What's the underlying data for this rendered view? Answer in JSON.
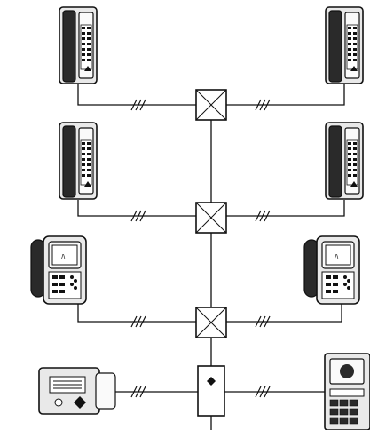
{
  "diagram": {
    "description_free": true,
    "devices": {
      "top_left": {
        "kind": "handset",
        "icon": "intercom-handset-icon"
      },
      "top_right": {
        "kind": "handset",
        "icon": "intercom-handset-icon"
      },
      "mid_left": {
        "kind": "handset",
        "icon": "intercom-handset-icon"
      },
      "mid_right": {
        "kind": "handset",
        "icon": "intercom-handset-icon"
      },
      "video_left": {
        "kind": "video-monitor",
        "icon": "video-door-phone-icon"
      },
      "video_right": {
        "kind": "video-monitor",
        "icon": "video-door-phone-icon"
      },
      "doorbell_left": {
        "kind": "door-station",
        "icon": "door-station-icon"
      },
      "doorbell_right": {
        "kind": "outdoor-panel",
        "icon": "outdoor-panel-icon"
      }
    },
    "junctions": [
      {
        "icon": "distribution-box-icon"
      },
      {
        "icon": "distribution-box-icon"
      },
      {
        "icon": "distribution-box-icon"
      },
      {
        "icon": "power-supply-icon"
      }
    ],
    "wire_marking": "multi-conductor-slash",
    "colors": {
      "line": "#111111",
      "device_fill": "#e9e9e9",
      "dark": "#2a2a2a"
    }
  }
}
